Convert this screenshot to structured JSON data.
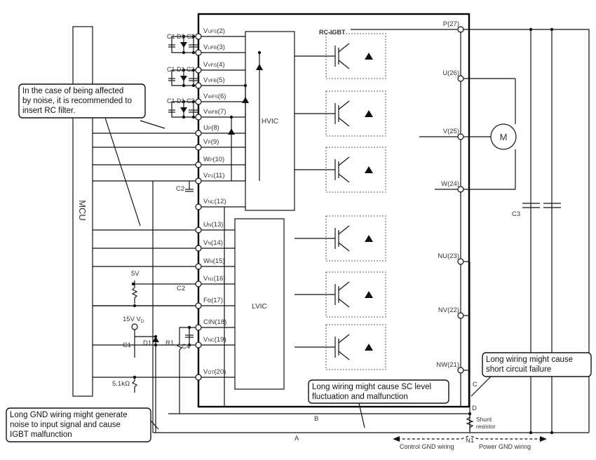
{
  "mcu_label": "MCU",
  "hvic_label": "HVIC",
  "lvic_label": "LVIC",
  "rc_igbt_label": "RC-IGBT",
  "motor_label": "M",
  "left_pins": [
    {
      "main": "V",
      "sub": "UFS",
      "num": "(2)"
    },
    {
      "main": "V",
      "sub": "UFB",
      "num": "(3)"
    },
    {
      "main": "V",
      "sub": "VFS",
      "num": "(4)"
    },
    {
      "main": "V",
      "sub": "VFB",
      "num": "(5)"
    },
    {
      "main": "V",
      "sub": "WFS",
      "num": "(6)"
    },
    {
      "main": "V",
      "sub": "WFB",
      "num": "(7)"
    },
    {
      "main": "U",
      "sub": "P",
      "num": "(8)"
    },
    {
      "main": "V",
      "sub": "P",
      "num": "(9)"
    },
    {
      "main": "W",
      "sub": "P",
      "num": "(10)"
    },
    {
      "main": "V",
      "sub": "P1",
      "num": "(11)"
    },
    {
      "main": "V",
      "sub": "NC",
      "num": "(12)"
    },
    {
      "main": "U",
      "sub": "N",
      "num": "(13)"
    },
    {
      "main": "V",
      "sub": "N",
      "num": "(14)"
    },
    {
      "main": "W",
      "sub": "N",
      "num": "(15)"
    },
    {
      "main": "V",
      "sub": "N1",
      "num": "(16)"
    },
    {
      "main": "Fo",
      "sub": "",
      "num": "(17)"
    },
    {
      "main": "CIN",
      "sub": "",
      "num": "(18)"
    },
    {
      "main": "V",
      "sub": "NC",
      "num": "(19)"
    },
    {
      "main": "V",
      "sub": "OT",
      "num": "(20)"
    }
  ],
  "right_pins": [
    "P(27)",
    "U(26)",
    "V(25)",
    "W(24)",
    "NU(23)",
    "NV(22)",
    "NW(21)"
  ],
  "components": {
    "c1": "C1",
    "d1": "D1",
    "c2": "C2",
    "c3": "C3",
    "c4": "C4",
    "r1": "R1",
    "v5": "5V",
    "v15": "15V V",
    "v15_sub": "D",
    "r_pullup": "5.1kΩ",
    "shunt": "Shunt",
    "shunt2": "resistor",
    "plus": "+"
  },
  "nodes": {
    "a": "A",
    "b": "B",
    "c": "C",
    "d": "D",
    "n1": "N1"
  },
  "gnd_wiring": {
    "control": "Control GND wiring",
    "power": "Power GND wiring"
  },
  "callouts": {
    "rc_filter": [
      "In the case of being affected",
      "by noise, it is recommended to",
      "insert RC filter."
    ],
    "sc_level": [
      "Long wiring might cause SC level",
      "fluctuation and malfunction"
    ],
    "short_circuit": [
      "Long wiring might cause",
      "short circuit failure"
    ],
    "gnd_noise": [
      "Long GND wiring might generate",
      "noise to input signal and cause",
      "IGBT malfunction"
    ]
  }
}
